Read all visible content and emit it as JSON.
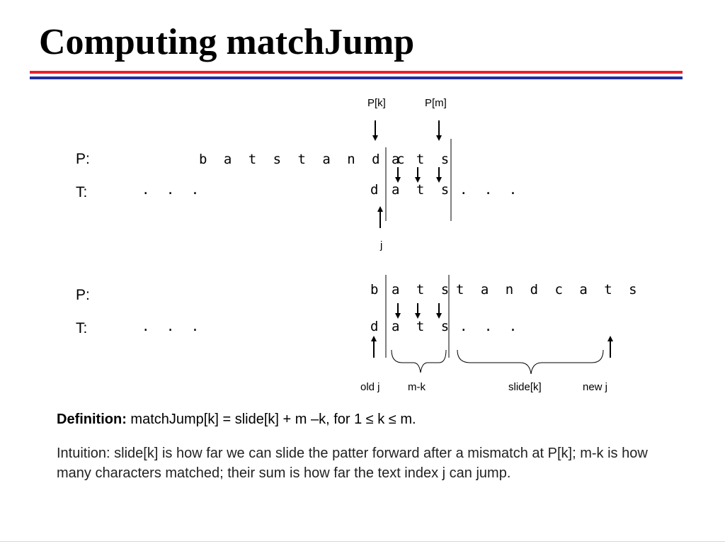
{
  "title": "Computing matchJump",
  "diagram1": {
    "pk_label": "P[k]",
    "pm_label": "P[m]",
    "p_label": "P:",
    "t_label": "T:",
    "p_left": "b a t s t a n d c",
    "p_right": "a t s",
    "t_dots_left": ". . .",
    "t_mismatch": "d",
    "t_right": "a t s",
    "t_dots_right": ". . .",
    "j_label": "j"
  },
  "diagram2": {
    "p_label": "P:",
    "t_label": "T:",
    "p_first": "b",
    "p_match": "a t s",
    "p_rest": "t a n d c a t s",
    "t_dots_left": ". . .",
    "t_mismatch": "d",
    "t_match": "a t s",
    "t_dots_right": ". . .",
    "old_j": "old j",
    "m_k": "m-k",
    "slide_k": "slide[k]",
    "new_j": "new j"
  },
  "definition": {
    "label": "Definition:",
    "text": " matchJump[k] = slide[k] + m –k, for 1 ≤ k ≤ m."
  },
  "intuition": "Intuition: slide[k] is how far we can slide the patter forward after a mismatch at P[k]; m-k is how many characters matched; their sum is how far the text index j can jump."
}
